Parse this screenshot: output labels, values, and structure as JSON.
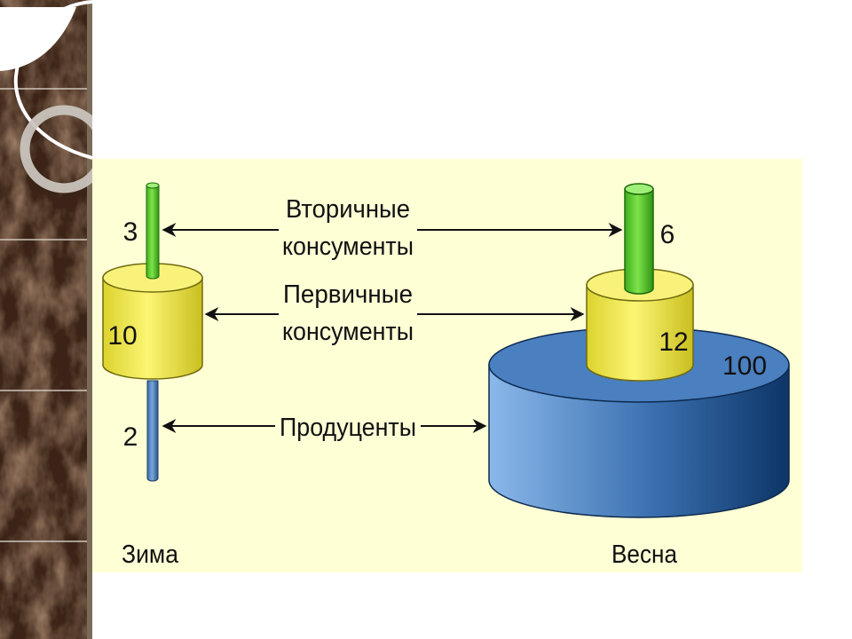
{
  "colors": {
    "panel_background": "#ffffd6",
    "secondary_consumers": "#5fd330",
    "primary_consumers": "#f4ee52",
    "producers": "#4c7fc0",
    "arrow": "#111111"
  },
  "diagram": {
    "levels": {
      "secondary": {
        "label_line1": "Вторичные",
        "label_line2": "консументы"
      },
      "primary": {
        "label_line1": "Первичные",
        "label_line2": "консументы"
      },
      "producers": {
        "label": "Продуценты"
      }
    },
    "winter": {
      "season_label": "Зима",
      "secondary_value": "3",
      "primary_value": "10",
      "producers_value": "2"
    },
    "spring": {
      "season_label": "Весна",
      "secondary_value": "6",
      "primary_value": "12",
      "producers_value": "100"
    }
  }
}
